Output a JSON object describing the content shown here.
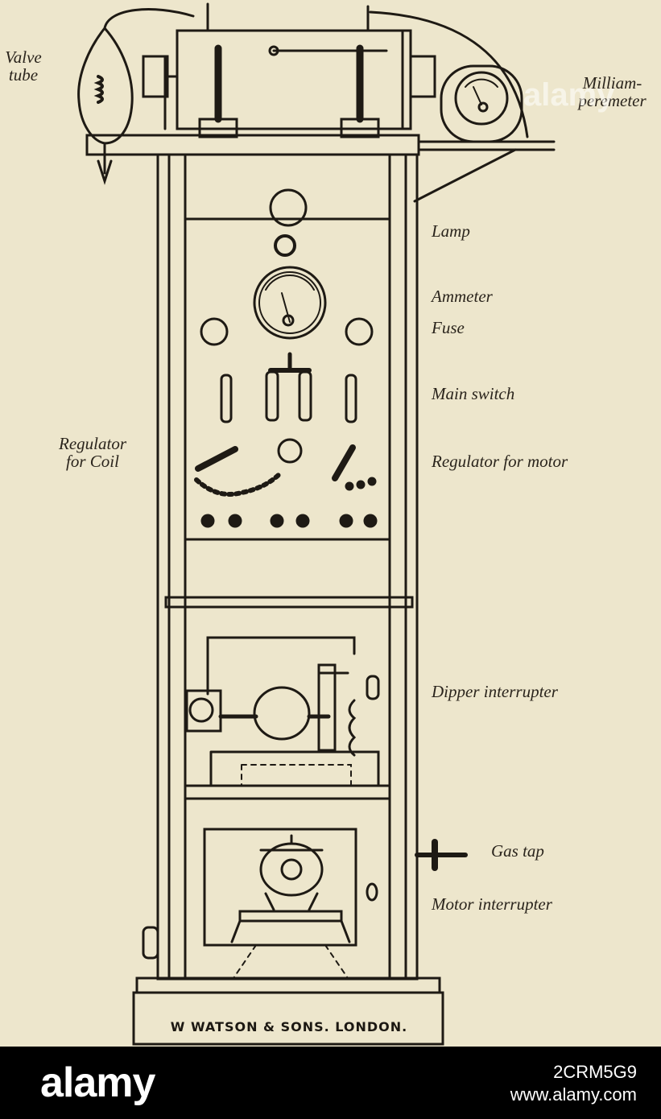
{
  "labels": {
    "valve_tube_line1": "Valve",
    "valve_tube_line2": "tube",
    "milliamperemeter_line1": "Milliam-",
    "milliamperemeter_line2": "peremeter",
    "lamp": "Lamp",
    "ammeter": "Ammeter",
    "fuse": "Fuse",
    "main_switch": "Main switch",
    "regulator_coil_line1": "Regulator",
    "regulator_coil_line2": "for Coil",
    "regulator_motor": "Regulator for motor",
    "dipper_interrupter": "Dipper interrupter",
    "gas_tap": "Gas tap",
    "motor_interrupter": "Motor interrupter"
  },
  "maker_plate": "W WATSON & SONS. LONDON.",
  "footer": {
    "brand": "alamy",
    "image_id": "2CRM5G9",
    "site": "www.alamy.com"
  },
  "watermark": "alamy",
  "colors": {
    "paper": "#ede6cc",
    "ink": "#1e1a14",
    "footer": "#000000"
  }
}
